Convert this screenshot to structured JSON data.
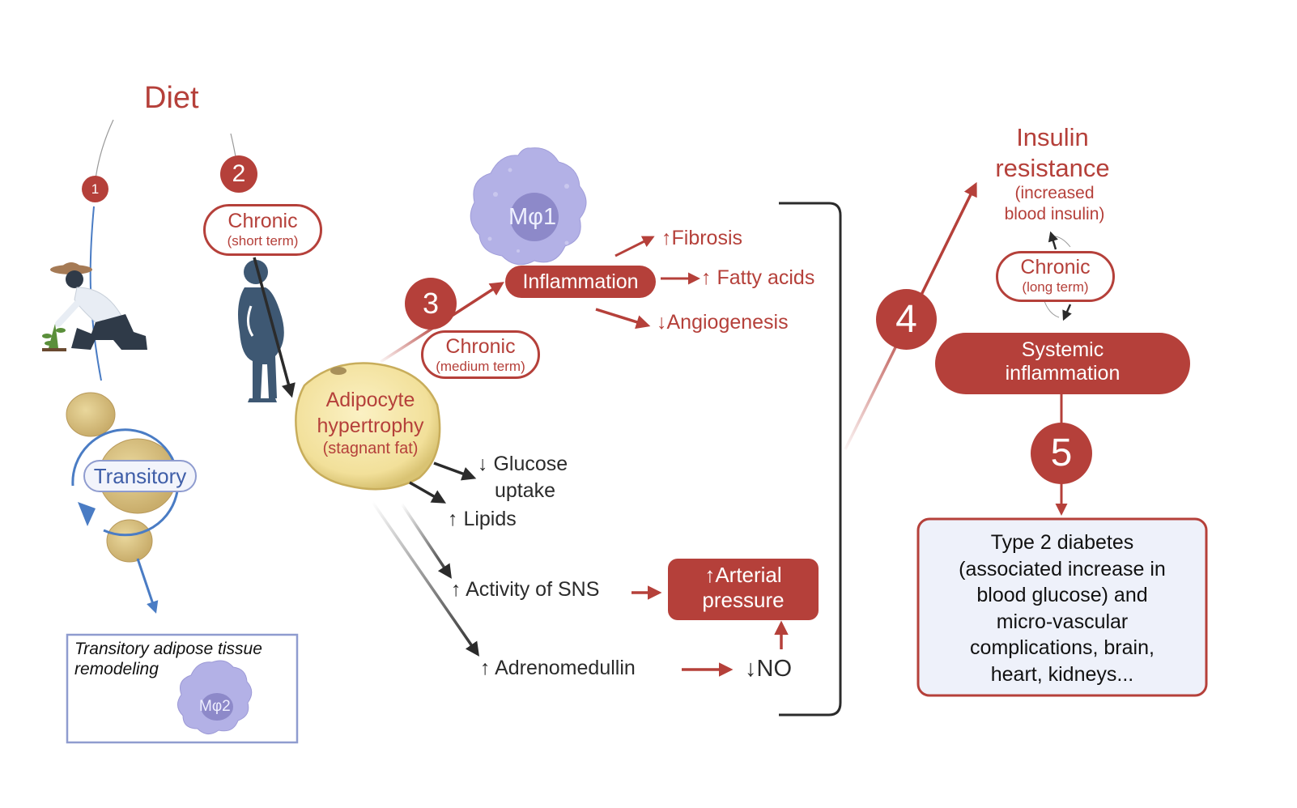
{
  "title": "Diet",
  "steps": {
    "s1": "1",
    "s2": "2",
    "s3": "3",
    "s4": "4",
    "s5": "5"
  },
  "transitory": {
    "label": "Transitory",
    "box_text_line1": "Transitory adipose tissue",
    "box_text_line2": "remodeling",
    "macrophage": "Mφ2"
  },
  "chronic_short": {
    "title": "Chronic",
    "subtitle": "(short term)"
  },
  "chronic_medium": {
    "title": "Chronic",
    "subtitle": "(medium term)"
  },
  "chronic_long": {
    "title": "Chronic",
    "subtitle": "(long term)"
  },
  "macrophage1": "Mφ1",
  "adipocyte": {
    "line1": "Adipocyte",
    "line2": "hypertrophy",
    "line3": "(stagnant fat)"
  },
  "inflammation": "Inflammation",
  "effects": {
    "fibrosis": "↑Fibrosis",
    "fatty_acids": "↑ Fatty acids",
    "angiogenesis": "↓Angiogenesis",
    "glucose_line1": "↓ Glucose",
    "glucose_line2": "uptake",
    "lipids": "↑ Lipids",
    "sns": "↑ Activity of SNS",
    "adrenomedullin": "↑ Adrenomedullin",
    "no": "↓NO"
  },
  "arterial": {
    "line1": "↑Arterial",
    "line2": "pressure"
  },
  "insulin": {
    "line1": "Insulin",
    "line2": "resistance",
    "line3": "(increased",
    "line4": "blood insulin)"
  },
  "systemic": {
    "line1": "Systemic",
    "line2": "inflammation"
  },
  "outcome": {
    "line1": "Type 2 diabetes",
    "line2": "(associated increase in",
    "line3": "blood glucose) and",
    "line4": "micro-vascular",
    "line5": "complications, brain,",
    "line6": "heart, kidneys..."
  },
  "colors": {
    "accent_red": "#b5403a",
    "blue": "#4a7cc4",
    "fat_yellow": "#f6e7a6",
    "macrophage_purple": "#b3b1e6",
    "outcome_bg": "#eef1fa",
    "box_border": "#8f9ccf"
  },
  "icons": [
    "farmer-icon",
    "pregnant-body-icon",
    "fat-cell-icon",
    "macrophage-icon"
  ]
}
